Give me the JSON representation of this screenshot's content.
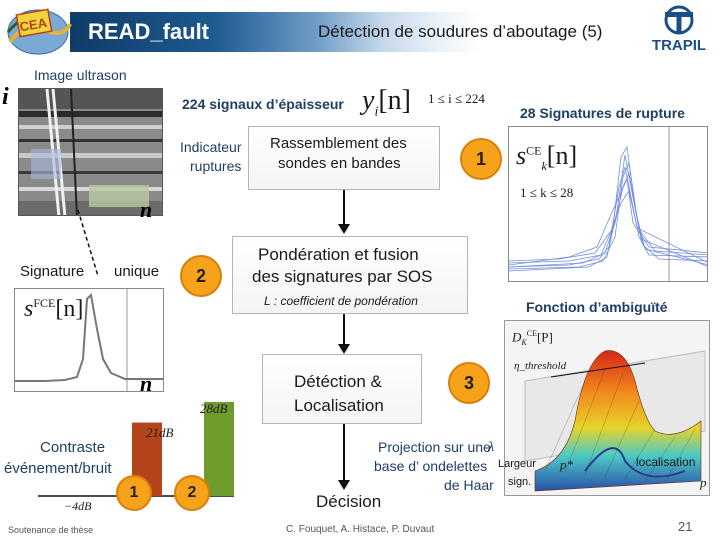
{
  "header": {
    "brand": "READ_fault",
    "title": "Détection de soudures d’aboutage (5)",
    "right_logo_text": "TRAPIL",
    "left_logo_text": "CEA"
  },
  "labels": {
    "image_ultrason": "Image ultrason",
    "signaux": "224 signaux d’épaisseur",
    "formula_y": "y",
    "formula_y_sub": "i",
    "formula_y_arg": "[n]",
    "formula_range": "1 ≤ i ≤ 224",
    "signatures_rupture": "28 Signatures de rupture",
    "indicateur": "Indicateur",
    "ruptures": "ruptures",
    "rassemblement_l1": "Rassemblement des",
    "rassemblement_l2": "sondes en bandes",
    "step1": "1",
    "formula_s": "s",
    "formula_s_sup": "CE",
    "formula_s_sub": "k",
    "formula_s_arg": "[n]",
    "formula_k_range": "1 ≤ k ≤ 28",
    "signature": "Signature",
    "unique": "unique",
    "step2_circle": "2",
    "ponderation_l1": "Pondération et fusion",
    "ponderation_l2": "des signatures par SOS",
    "coefficient": "L : coefficient de pondération",
    "fonction_ambiguite": "Fonction d’ambiguïté",
    "formula_sfce": "s",
    "formula_sfce_sup": "FCE",
    "formula_sfce_arg": "[n]",
    "n_symbol": "n",
    "i_symbol": "i",
    "detection_l1": "Détéction &",
    "detection_l2": "Localisation",
    "step3": "3",
    "d28": "28dB",
    "d21": "21dB",
    "d4": "−4dB",
    "contraste_l1": "Contraste",
    "contraste_l2": "événement/bruit",
    "bar1_label": "1",
    "bar2_label": "2",
    "projection_l1": "Projection sur une",
    "projection_l2": "base d’ ondelettes",
    "projection_l3": "de Haar",
    "decision": "Décision",
    "largeur": "Largeur",
    "sign": "sign.",
    "localisation": "localisation",
    "eta_threshold": "η_threshold",
    "amb_D": "D",
    "amb_D_sub": "K",
    "amb_D_sup": "CE",
    "amb_D_arg": "[P]",
    "lambda": "λ",
    "p_star": "p*",
    "p": "p"
  },
  "footer": {
    "left": "Soutenance de thèse",
    "authors": "C. Fouquet, A. Histace, P. Duvaut",
    "page": "21"
  },
  "chart_data": {
    "type": "bar",
    "categories": [
      "1",
      "2"
    ],
    "values": [
      21,
      28
    ],
    "colors": [
      "#b4451b",
      "#6f9a2c"
    ],
    "baseline": -4,
    "tick_labels": [
      "28dB",
      "21dB",
      "−4dB"
    ],
    "ylabel": "Contraste événement/bruit"
  }
}
